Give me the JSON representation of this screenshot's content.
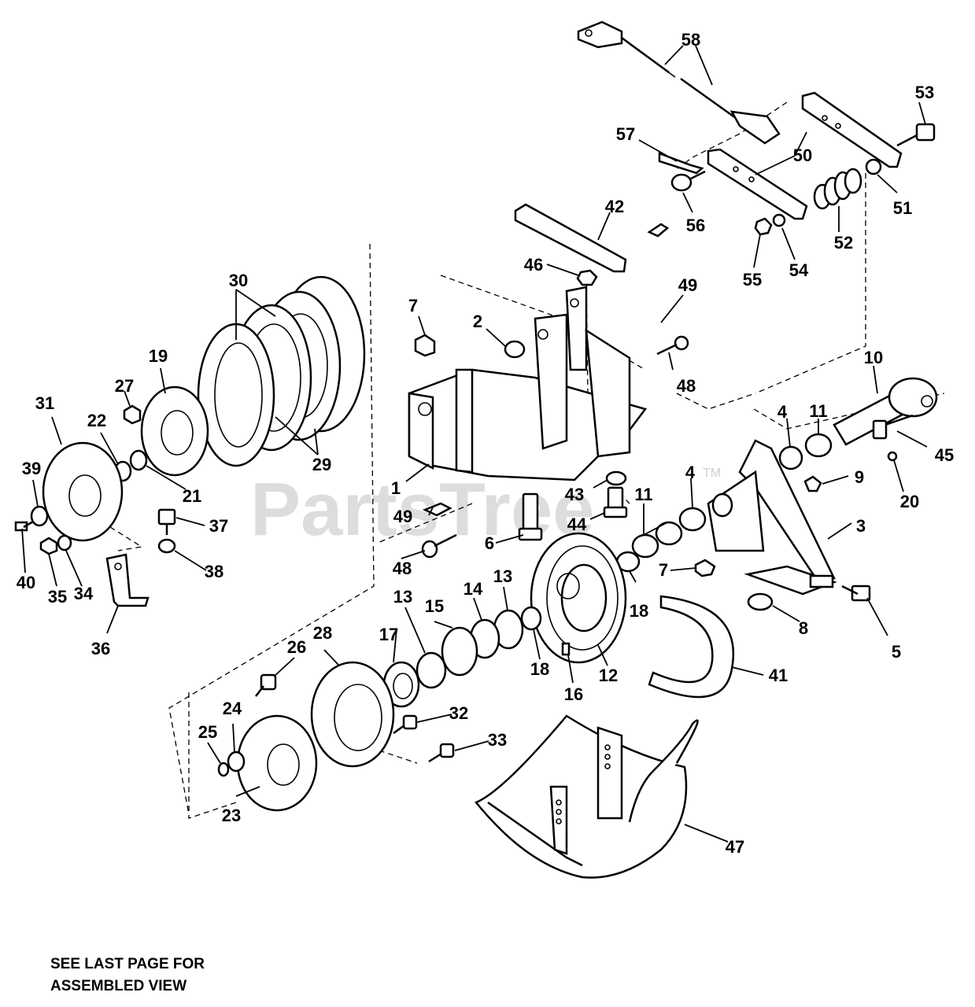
{
  "watermark": {
    "text": "PartsTree",
    "tm": "TM"
  },
  "note": {
    "line1": "SEE LAST PAGE FOR",
    "line2": "ASSEMBLED VIEW"
  },
  "callouts": [
    {
      "id": "c58",
      "label": "58"
    },
    {
      "id": "c53",
      "label": "53"
    },
    {
      "id": "c57",
      "label": "57"
    },
    {
      "id": "c50",
      "label": "50"
    },
    {
      "id": "c56",
      "label": "56"
    },
    {
      "id": "c52",
      "label": "52"
    },
    {
      "id": "c51",
      "label": "51"
    },
    {
      "id": "c42",
      "label": "42"
    },
    {
      "id": "c55",
      "label": "55"
    },
    {
      "id": "c54",
      "label": "54"
    },
    {
      "id": "c46",
      "label": "46"
    },
    {
      "id": "c49a",
      "label": "49"
    },
    {
      "id": "c30",
      "label": "30"
    },
    {
      "id": "c7a",
      "label": "7"
    },
    {
      "id": "c2",
      "label": "2"
    },
    {
      "id": "c48a",
      "label": "48"
    },
    {
      "id": "c10",
      "label": "10"
    },
    {
      "id": "c19",
      "label": "19"
    },
    {
      "id": "c27",
      "label": "27"
    },
    {
      "id": "c31",
      "label": "31"
    },
    {
      "id": "c22",
      "label": "22"
    },
    {
      "id": "c4a",
      "label": "4"
    },
    {
      "id": "c11a",
      "label": "11"
    },
    {
      "id": "c45",
      "label": "45"
    },
    {
      "id": "c29",
      "label": "29"
    },
    {
      "id": "c39",
      "label": "39"
    },
    {
      "id": "c21",
      "label": "21"
    },
    {
      "id": "c1",
      "label": "1"
    },
    {
      "id": "c43",
      "label": "43"
    },
    {
      "id": "c4b",
      "label": "4"
    },
    {
      "id": "c9",
      "label": "9"
    },
    {
      "id": "c20",
      "label": "20"
    },
    {
      "id": "c49b",
      "label": "49"
    },
    {
      "id": "c44",
      "label": "44"
    },
    {
      "id": "c11b",
      "label": "11"
    },
    {
      "id": "c3",
      "label": "3"
    },
    {
      "id": "c37",
      "label": "37"
    },
    {
      "id": "c6",
      "label": "6"
    },
    {
      "id": "c48b",
      "label": "48"
    },
    {
      "id": "c40",
      "label": "40"
    },
    {
      "id": "c35",
      "label": "35"
    },
    {
      "id": "c34",
      "label": "34"
    },
    {
      "id": "c38",
      "label": "38"
    },
    {
      "id": "c7b",
      "label": "7"
    },
    {
      "id": "c13a",
      "label": "13"
    },
    {
      "id": "c14",
      "label": "14"
    },
    {
      "id": "c18a",
      "label": "18"
    },
    {
      "id": "c8",
      "label": "8"
    },
    {
      "id": "c36",
      "label": "36"
    },
    {
      "id": "c15",
      "label": "15"
    },
    {
      "id": "c13b",
      "label": "13"
    },
    {
      "id": "c17",
      "label": "17"
    },
    {
      "id": "c26",
      "label": "26"
    },
    {
      "id": "c28",
      "label": "28"
    },
    {
      "id": "c18b",
      "label": "18"
    },
    {
      "id": "c5",
      "label": "5"
    },
    {
      "id": "c12",
      "label": "12"
    },
    {
      "id": "c41",
      "label": "41"
    },
    {
      "id": "c16",
      "label": "16"
    },
    {
      "id": "c24",
      "label": "24"
    },
    {
      "id": "c32",
      "label": "32"
    },
    {
      "id": "c25",
      "label": "25"
    },
    {
      "id": "c33",
      "label": "33"
    },
    {
      "id": "c23",
      "label": "23"
    },
    {
      "id": "c47",
      "label": "47"
    }
  ]
}
